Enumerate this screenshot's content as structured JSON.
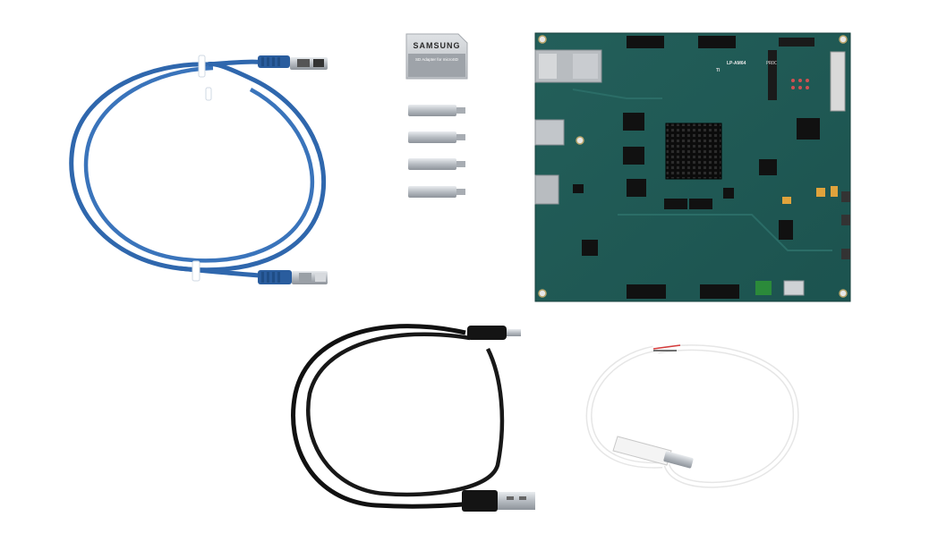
{
  "scene": {
    "kind": "product kit photo",
    "background_color": "#ffffff",
    "items": [
      {
        "id": "ethernet-cable",
        "color": "#2f67ad"
      },
      {
        "id": "sd-adapter",
        "brand": "SAMSUNG",
        "text": "SD Adapter for microSD"
      },
      {
        "id": "standoff-screws",
        "count": 4
      },
      {
        "id": "dev-board",
        "color": "#1f5e5a",
        "labels": [
          "LP-AM64",
          "PROC",
          "TI"
        ]
      },
      {
        "id": "usb-cable",
        "color": "#111111"
      },
      {
        "id": "power-cable",
        "color": "#f2f2f2"
      }
    ]
  }
}
